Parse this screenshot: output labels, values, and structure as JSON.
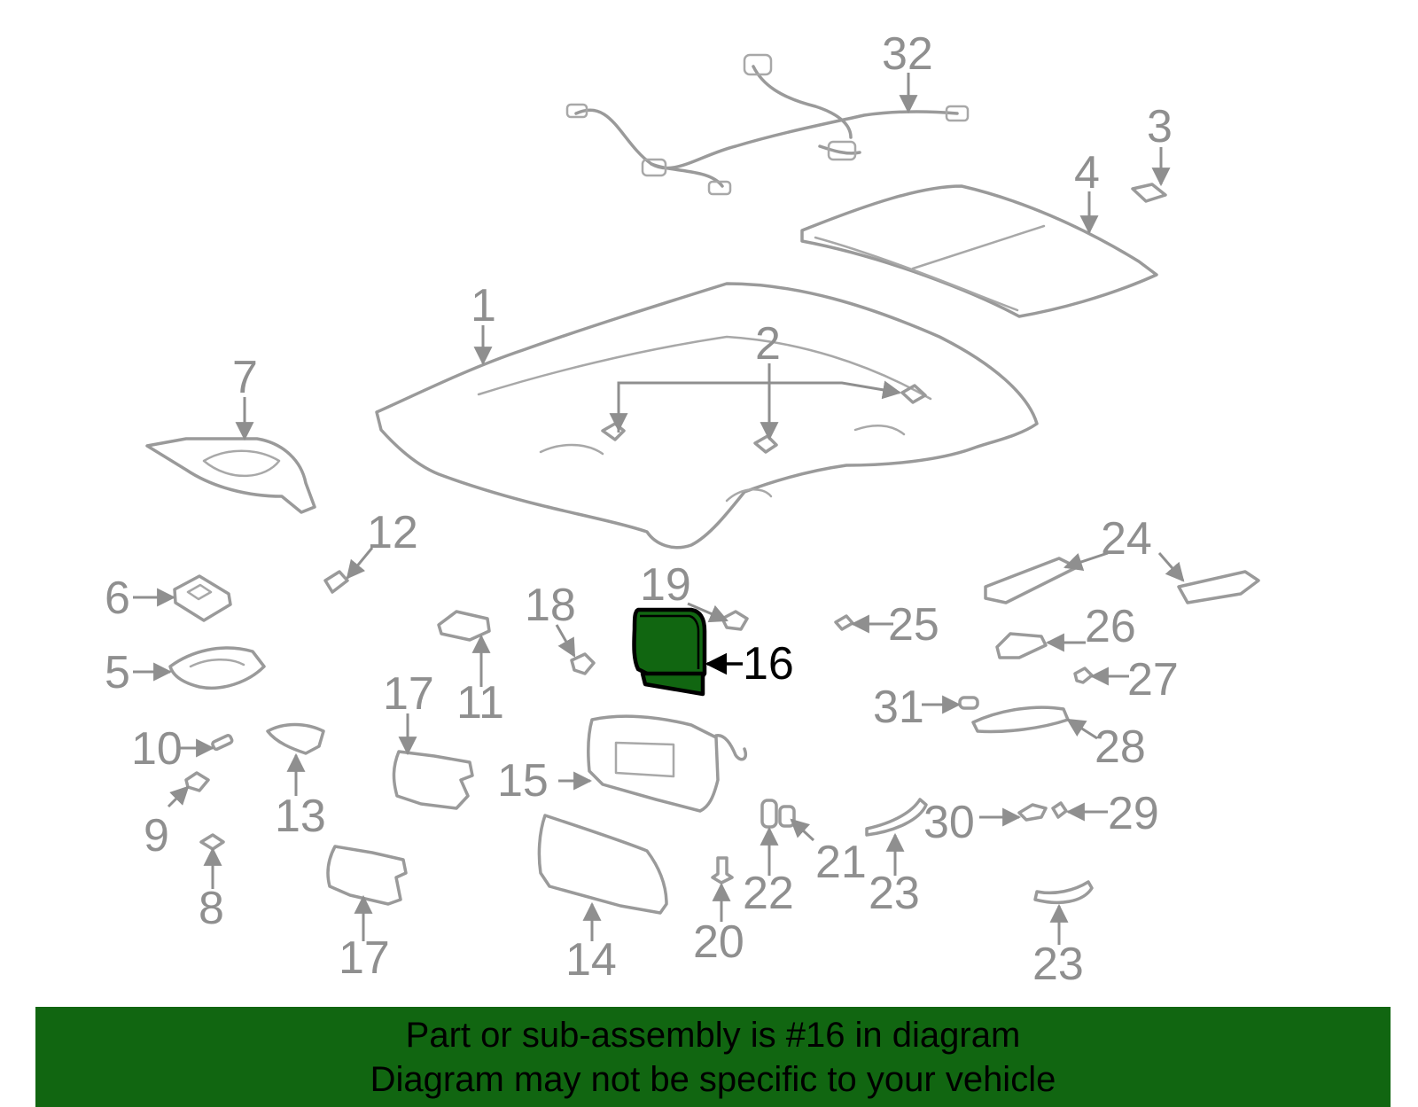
{
  "caption": {
    "line1": "Part or sub-assembly is #16 in diagram",
    "line2": "Diagram may not be specific to your vehicle"
  },
  "highlight": {
    "part": "16",
    "fill_color": "#116611"
  },
  "colors": {
    "linework": "#9a9a9a",
    "labels": "#8f8f8f",
    "banner": "#116611",
    "highlight_outline": "#000000"
  },
  "labels": {
    "p1": "1",
    "p2": "2",
    "p3": "3",
    "p4": "4",
    "p5": "5",
    "p6": "6",
    "p7": "7",
    "p8": "8",
    "p9": "9",
    "p10": "10",
    "p11": "11",
    "p12": "12",
    "p13": "13",
    "p14": "14",
    "p15": "15",
    "p16": "16",
    "p17a": "17",
    "p17b": "17",
    "p18": "18",
    "p19": "19",
    "p20": "20",
    "p21": "21",
    "p22": "22",
    "p23a": "23",
    "p23b": "23",
    "p24": "24",
    "p25": "25",
    "p26": "26",
    "p27": "27",
    "p28": "28",
    "p29": "29",
    "p30": "30",
    "p31": "31",
    "p32": "32"
  }
}
